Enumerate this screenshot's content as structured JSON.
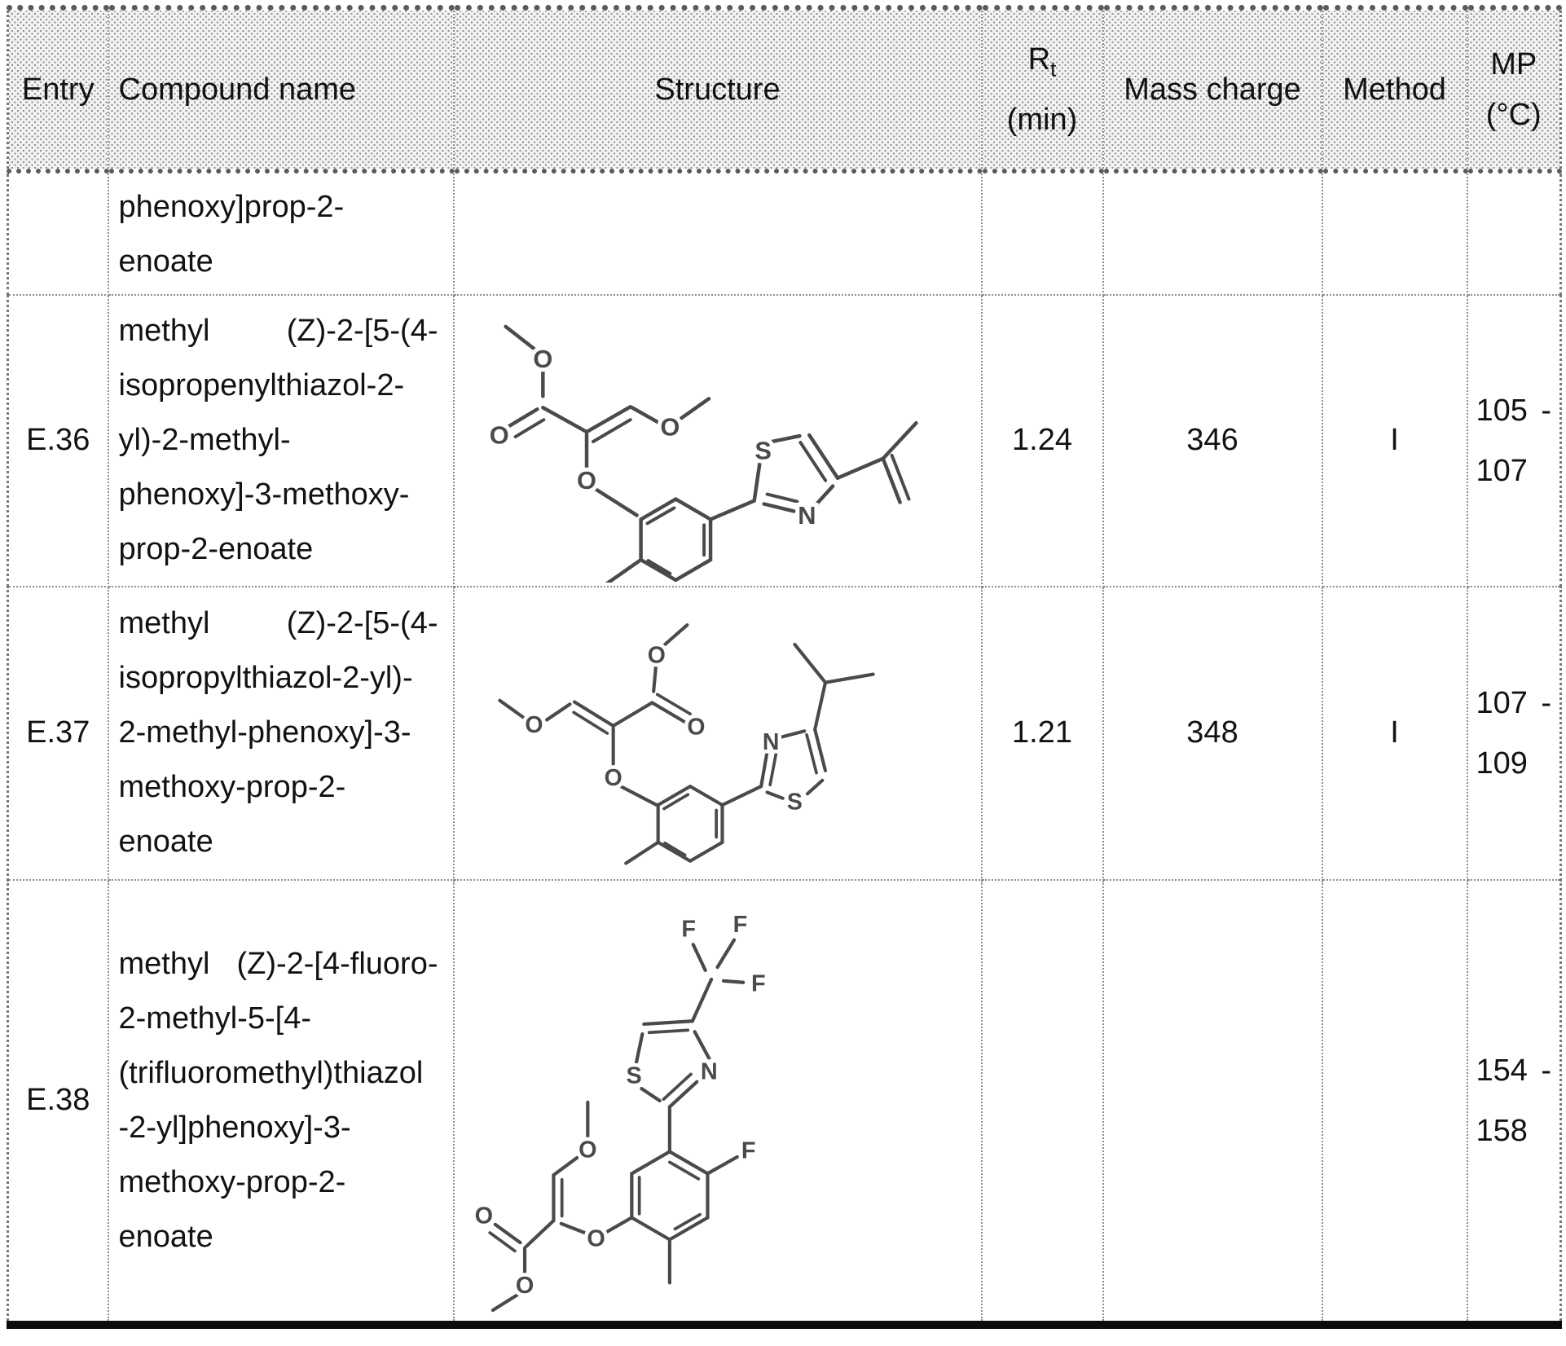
{
  "header": {
    "entry": "Entry",
    "compound_name": "Compound name",
    "structure": "Structure",
    "rt_main": "R",
    "rt_sub": "t",
    "rt_unit": "(min)",
    "mass": "Mass charge",
    "method": "Method",
    "mp_main": "MP",
    "mp_unit": "(°C)"
  },
  "rows": [
    {
      "entry": "",
      "name_lines": [
        "phenoxy]prop-2-",
        "enoate"
      ],
      "rt": "",
      "mass": "",
      "method": "",
      "mp_lines": []
    },
    {
      "entry": "E.36",
      "name_lines": [
        "methyl\t(Z)-2-[5-(4-",
        "isopropenylthiazol-2-",
        "yl)-2-methyl-",
        "phenoxy]-3-methoxy-",
        "prop-2-enoate"
      ],
      "rt": "1.24",
      "mass": "346",
      "method": "I",
      "mp_lines": [
        "105\t-",
        "107"
      ]
    },
    {
      "entry": "E.37",
      "name_lines": [
        "methyl\t(Z)-2-[5-(4-",
        "isopropylthiazol-2-yl)-",
        "2-methyl-phenoxy]-3-",
        "methoxy-prop-2-",
        "enoate"
      ],
      "rt": "1.21",
      "mass": "348",
      "method": "I",
      "mp_lines": [
        "107\t-",
        "109"
      ]
    },
    {
      "entry": "E.38",
      "name_lines": [
        "methyl\t(Z)-2-[4-fluoro-",
        "2-methyl-5-[4-",
        "(trifluoromethyl)thiazol",
        "-2-yl]phenoxy]-3-",
        "methoxy-prop-2-",
        "enoate"
      ],
      "rt": "",
      "mass": "",
      "method": "",
      "mp_lines": [
        "154\t-",
        "158"
      ]
    }
  ],
  "structures": {
    "e36": {
      "labels": {
        "o1": "O",
        "o2": "O",
        "o3": "O",
        "o4": "O",
        "s": "S",
        "n": "N"
      }
    },
    "e37": {
      "labels": {
        "o1": "O",
        "o2": "O",
        "o3": "O",
        "o4": "O",
        "s": "S",
        "n": "N"
      }
    },
    "e38": {
      "labels": {
        "f1": "F",
        "f2": "F",
        "f3": "F",
        "f4": "F",
        "s": "S",
        "n": "N",
        "o4": "O",
        "o5": "O",
        "o6": "O",
        "o7": "O"
      }
    }
  }
}
